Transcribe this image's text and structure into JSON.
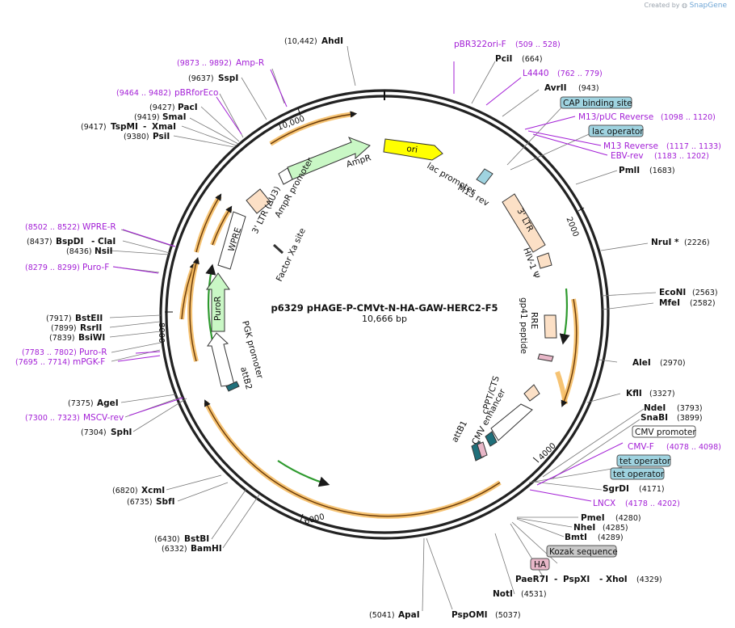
{
  "credit": {
    "prefix": "Created by",
    "brand": "SnapGene"
  },
  "plasmid": {
    "name": "p6329 pHAGE-P-CMVt-N-HA-GAW-HERC2-F5",
    "length": "10,666 bp"
  },
  "ticks": [
    "2000",
    "4000",
    "6000",
    "8000",
    "10,000"
  ],
  "sites": [
    {
      "name": "AhdI",
      "pos": "(10,442)"
    },
    {
      "name": "SspI",
      "pos": "(9637)"
    },
    {
      "name": "PacI",
      "pos": "(9427)"
    },
    {
      "name": "SmaI",
      "pos": "(9419)"
    },
    {
      "name": "TspMI",
      "name2": "XmaI",
      "pos": "(9417)"
    },
    {
      "name": "PsiI",
      "pos": "(9380)"
    },
    {
      "name": "BspDI",
      "name2": "ClaI",
      "pos": "(8437)"
    },
    {
      "name": "NsiI",
      "pos": "(8436)"
    },
    {
      "name": "BstEII",
      "pos": "(7917)"
    },
    {
      "name": "RsrII",
      "pos": "(7899)"
    },
    {
      "name": "BsiWI",
      "pos": "(7839)"
    },
    {
      "name": "AgeI",
      "pos": "(7375)"
    },
    {
      "name": "SphI",
      "pos": "(7304)"
    },
    {
      "name": "XcmI",
      "pos": "(6820)"
    },
    {
      "name": "SbfI",
      "pos": "(6735)"
    },
    {
      "name": "BstBI",
      "pos": "(6430)"
    },
    {
      "name": "BamHI",
      "pos": "(6332)"
    },
    {
      "name": "ApaI",
      "pos": "(5041)"
    },
    {
      "name": "PspOMI",
      "pos": "(5037)"
    },
    {
      "name": "NotI",
      "pos": "(4531)"
    },
    {
      "name": "PaeR7I",
      "name2": "PspXI",
      "name3": "XhoI",
      "pos": "(4329)"
    },
    {
      "name": "BmtI",
      "pos": "(4289)"
    },
    {
      "name": "NheI",
      "pos": "(4285)"
    },
    {
      "name": "PmeI",
      "pos": "(4280)"
    },
    {
      "name": "SgrDI",
      "pos": "(4171)"
    },
    {
      "name": "SnaBI",
      "pos": "(3899)"
    },
    {
      "name": "NdeI",
      "pos": "(3793)"
    },
    {
      "name": "KflI",
      "pos": "(3327)"
    },
    {
      "name": "AleI",
      "pos": "(2970)"
    },
    {
      "name": "MfeI",
      "pos": "(2582)"
    },
    {
      "name": "EcoNI",
      "pos": "(2563)"
    },
    {
      "name": "NruI *",
      "pos": "(2226)"
    },
    {
      "name": "PmlI",
      "pos": "(1683)"
    },
    {
      "name": "AvrII",
      "pos": "(943)"
    },
    {
      "name": "PciI",
      "pos": "(664)"
    }
  ],
  "primers": [
    {
      "name": "Amp-R",
      "pos": "(9873 .. 9892)"
    },
    {
      "name": "pBRforEco",
      "pos": "(9464 .. 9482)"
    },
    {
      "name": "WPRE-R",
      "pos": "(8502 .. 8522)"
    },
    {
      "name": "Puro-F",
      "pos": "(8279 .. 8299)"
    },
    {
      "name": "Puro-R",
      "pos": "(7783 .. 7802)"
    },
    {
      "name": "mPGK-F",
      "pos": "(7695 .. 7714)"
    },
    {
      "name": "MSCV-rev",
      "pos": "(7300 .. 7323)"
    },
    {
      "name": "pBR322ori-F",
      "pos": "(509 .. 528)"
    },
    {
      "name": "L4440",
      "pos": "(762 .. 779)"
    },
    {
      "name": "M13/pUC Reverse",
      "pos": "(1098 .. 1120)"
    },
    {
      "name": "M13 Reverse",
      "pos": "(1117 .. 1133)"
    },
    {
      "name": "EBV-rev",
      "pos": "(1183 .. 1202)"
    },
    {
      "name": "CMV-F",
      "pos": "(4078 .. 4098)"
    },
    {
      "name": "LNCX",
      "pos": "(4178 .. 4202)"
    }
  ],
  "boxes": [
    "CAP binding site",
    "lac operator",
    "CMV promoter",
    "tet operator",
    "tet operator",
    "Kozak sequence",
    "HA"
  ],
  "features": [
    "ori",
    "AmpR",
    "AmpR promoter",
    "3' LTR (ΔU3)",
    "WPRE",
    "PuroR",
    "PGK promoter",
    "attB2",
    "Factor Xa site",
    "lac promoter",
    "M13 rev",
    "3' LTR",
    "HIV-1 Ψ",
    "RRE",
    "gp41 peptide",
    "cPPT/CTS",
    "CMV enhancer",
    "attB1"
  ],
  "colors": {
    "primer": "#a31fd6",
    "orf": "#f0a030",
    "feature_green": "#c9f7c5",
    "ltr": "#fce0c6",
    "ori": "#ffff00",
    "box_teal": "#9fd3e0",
    "box_pink": "#e8b7c8"
  }
}
